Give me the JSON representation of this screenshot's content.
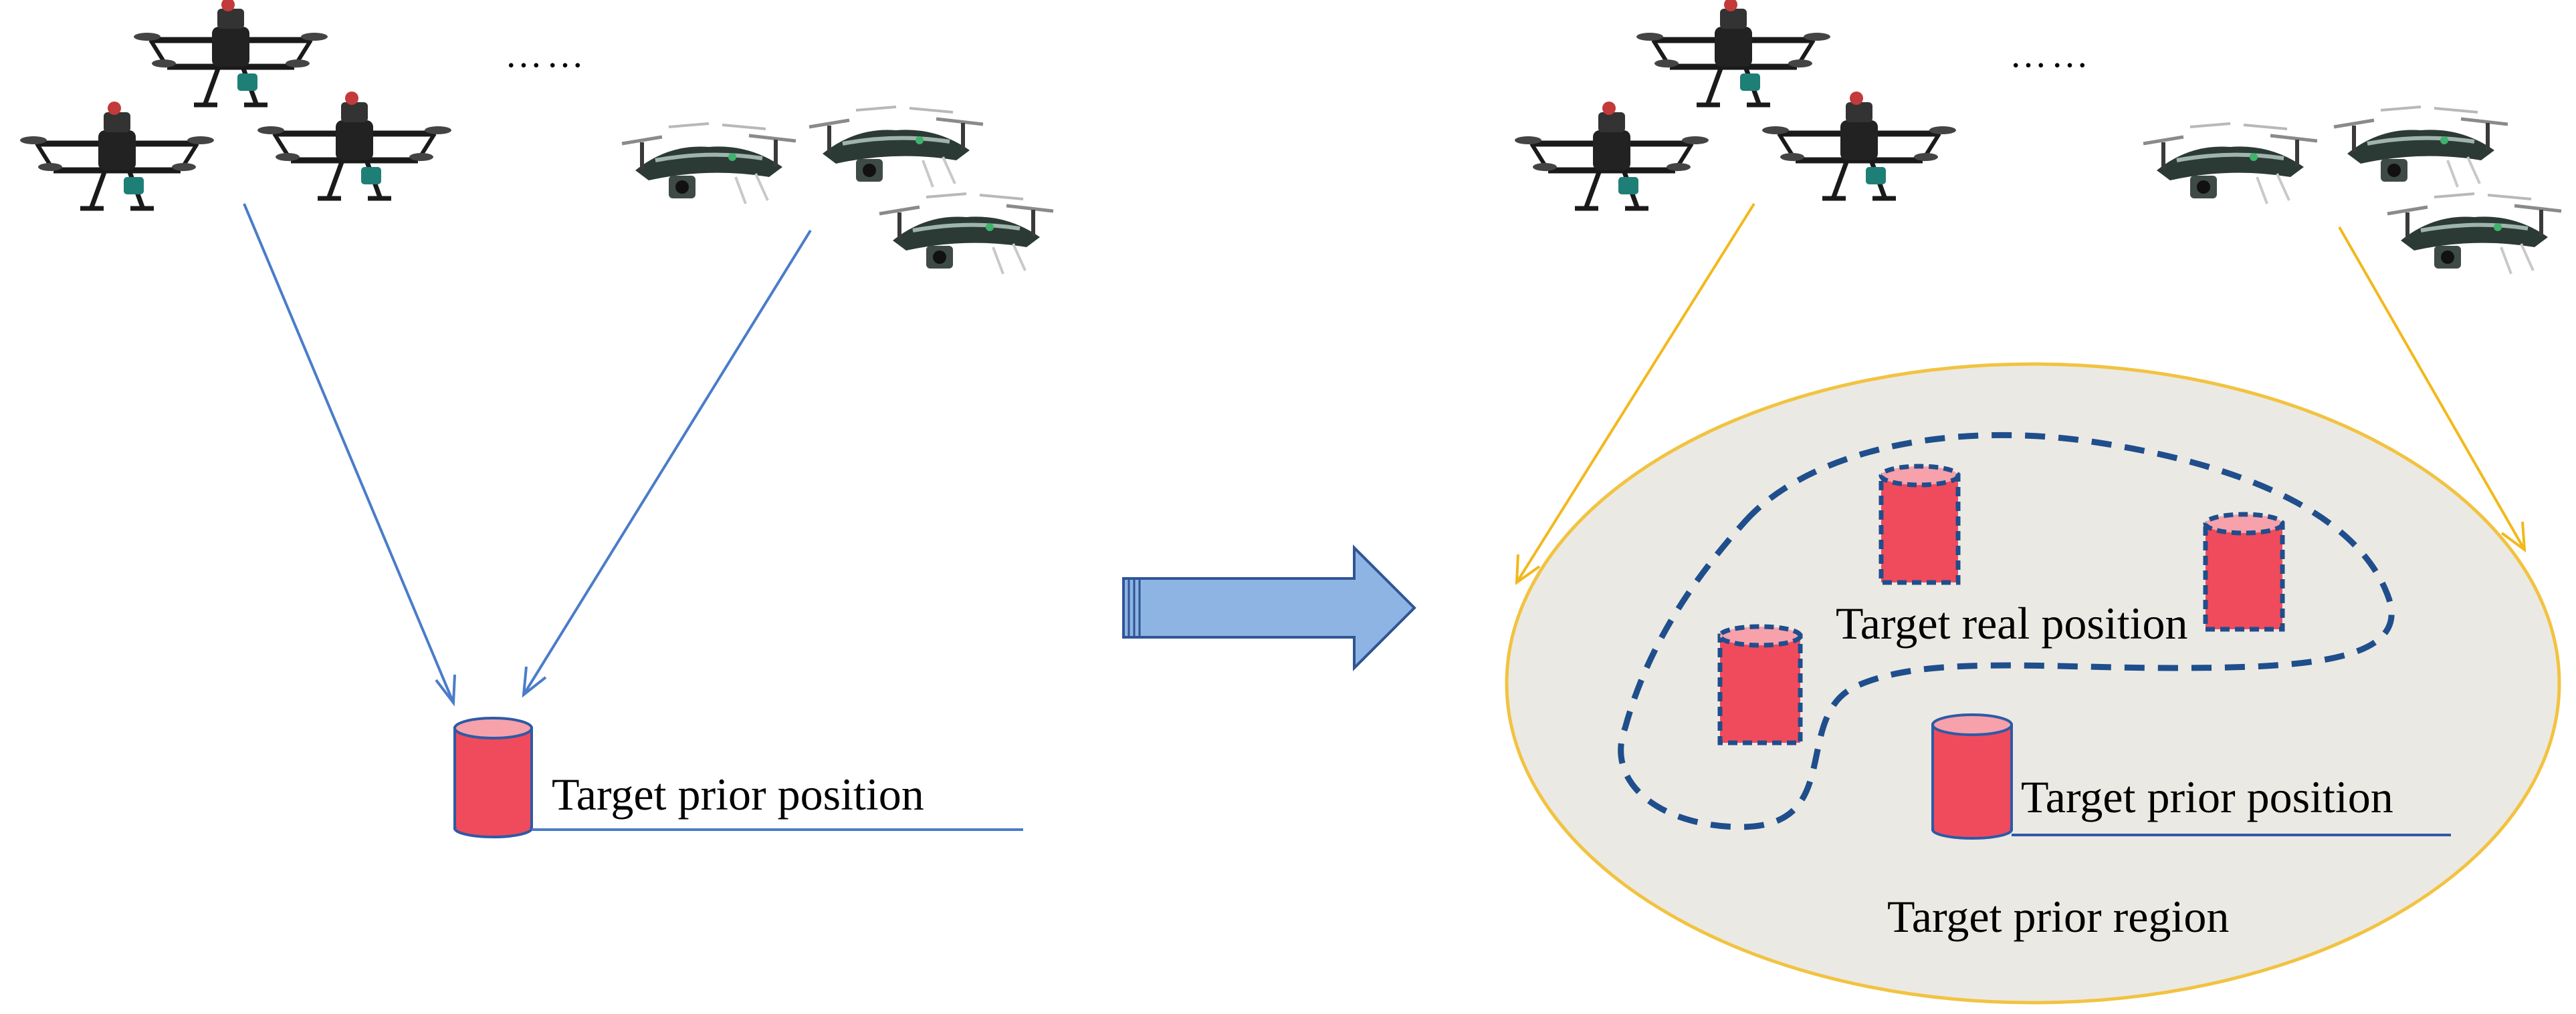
{
  "colors": {
    "blue_arrow": "#4a7cc9",
    "yellow_arrow": "#f2b81c",
    "big_arrow_fill": "#8eb4e3",
    "big_arrow_stroke": "#2f5597",
    "cylinder_fill": "#f04b5c",
    "cylinder_top": "#f7a1ab",
    "cylinder_stroke": "#2e5aa6",
    "region_fill": "#ebe9e3",
    "region_stroke": "#f2c341",
    "dashed_boundary": "#1f4e8c"
  },
  "left_panel": {
    "ellipsis": "……",
    "target_label": "Target prior position",
    "drones": [
      "quadcopter-icon",
      "quadcopter-icon",
      "quadcopter-icon",
      "fixed-camera-drone-icon",
      "fixed-camera-drone-icon",
      "fixed-camera-drone-icon"
    ]
  },
  "transition": {
    "icon": "right-arrow-icon"
  },
  "right_panel": {
    "ellipsis": "……",
    "real_position_label": "Target real position",
    "prior_position_label": "Target prior position",
    "region_label": "Target prior region",
    "drones": [
      "quadcopter-icon",
      "quadcopter-icon",
      "quadcopter-icon",
      "fixed-camera-drone-icon",
      "fixed-camera-drone-icon",
      "fixed-camera-drone-icon"
    ]
  }
}
